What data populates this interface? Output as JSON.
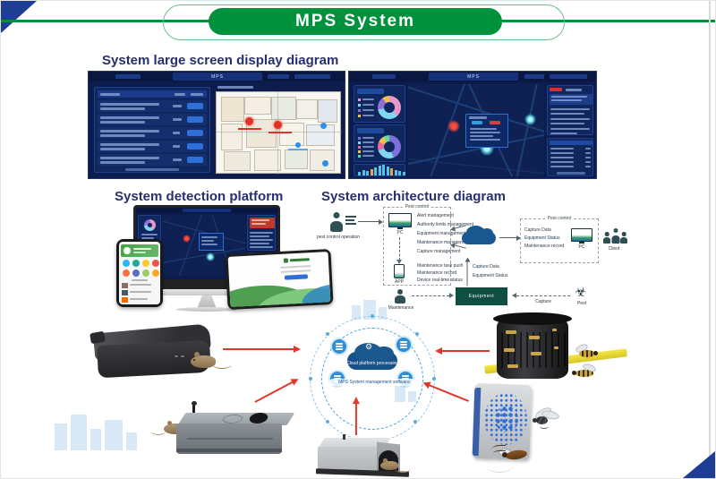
{
  "header": {
    "title": "MPS System"
  },
  "sections": {
    "large_screen": {
      "heading": "System large screen display diagram",
      "screen_title": "MPS"
    },
    "detection": {
      "heading": "System detection platform"
    },
    "architecture": {
      "heading": "System architecture diagram",
      "operator_label": "pest control operation",
      "left_box": {
        "title": "Pest control",
        "pc_label": "PC",
        "items": [
          "Alert management",
          "Authority limits management",
          "Equipment management",
          "Maintenance management",
          "Capture management"
        ],
        "app_label": "APP",
        "app_items": [
          "Maintenance task push",
          "Maintenance record",
          "Device real-time status"
        ]
      },
      "upload_labels": [
        "Capture Data",
        "Equipment Status"
      ],
      "right_box": {
        "title": "Pest control",
        "pc_label": "PC",
        "items": [
          "Capture Data",
          "Equipment Status",
          "Maintenance record"
        ]
      },
      "client_label": "Client",
      "bottom": {
        "maintenance_label": "Maintenance",
        "equipment_label": "Equipment",
        "capture_label": "Capture",
        "pest_label": "Pest"
      }
    },
    "platform": {
      "cloud_label": "Cloud platform processing",
      "subtitle": "MPS System management software"
    }
  },
  "icons": {
    "gear": "⚙",
    "biohazard": "☣"
  },
  "colors": {
    "green": "#00913d",
    "light_green": "#6abf8b",
    "navy": "#27306b",
    "dashboard_bg": "#0c1d4d",
    "red_arrow": "#e0392a",
    "cloud_blue": "#1b588f",
    "equipment_teal": "#0e4f42",
    "accent_blue": "#2e6fd8",
    "corner_blue": "#1d3e93"
  }
}
